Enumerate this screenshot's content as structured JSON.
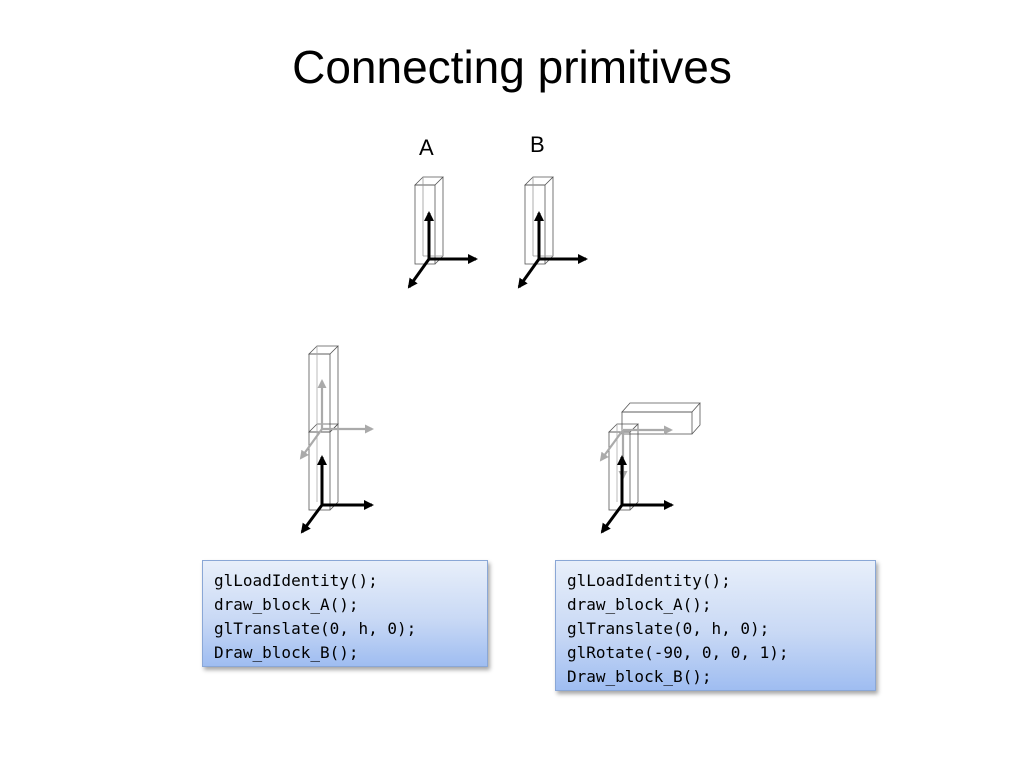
{
  "title": "Connecting primitives",
  "labels": {
    "a": "A",
    "b": "B"
  },
  "code_left": [
    "glLoadIdentity();",
    "draw_block_A();",
    "glTranslate(0, h, 0);",
    "Draw_block_B();"
  ],
  "code_right": [
    "glLoadIdentity();",
    "draw_block_A();",
    "glTranslate(0, h, 0);",
    "glRotate(-90, 0, 0, 1);",
    "Draw_block_B();"
  ],
  "colors": {
    "axis_primary": "#000000",
    "axis_secondary": "#aaaaaa",
    "box_edge": "#555555"
  }
}
